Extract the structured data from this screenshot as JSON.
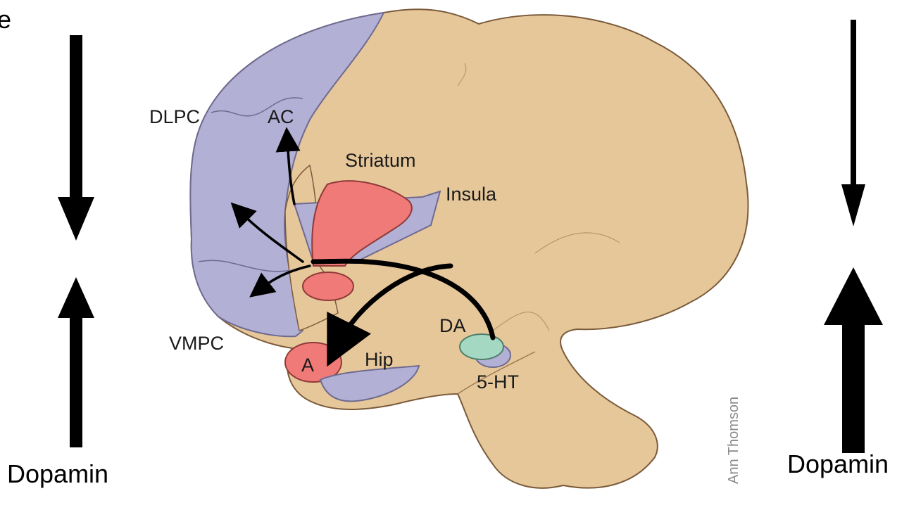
{
  "corner_text": "e",
  "labels": {
    "dlpc": "DLPC",
    "ac": "AC",
    "striatum": "Striatum",
    "insula": "Insula",
    "vmpc": "VMPC",
    "da": "DA",
    "a": "A",
    "hip": "Hip",
    "ht5": "5-HT",
    "credit": "Ann Thomson"
  },
  "left_caption": "Dopamin",
  "right_caption": "Dopamin",
  "colors": {
    "brain": "#e6c79a",
    "brain_outline": "#7a5a3a",
    "prefrontal": "#b3b0d6",
    "red_region": "#f07a78",
    "green_region": "#a5d8c2",
    "arrows": "#000000"
  }
}
